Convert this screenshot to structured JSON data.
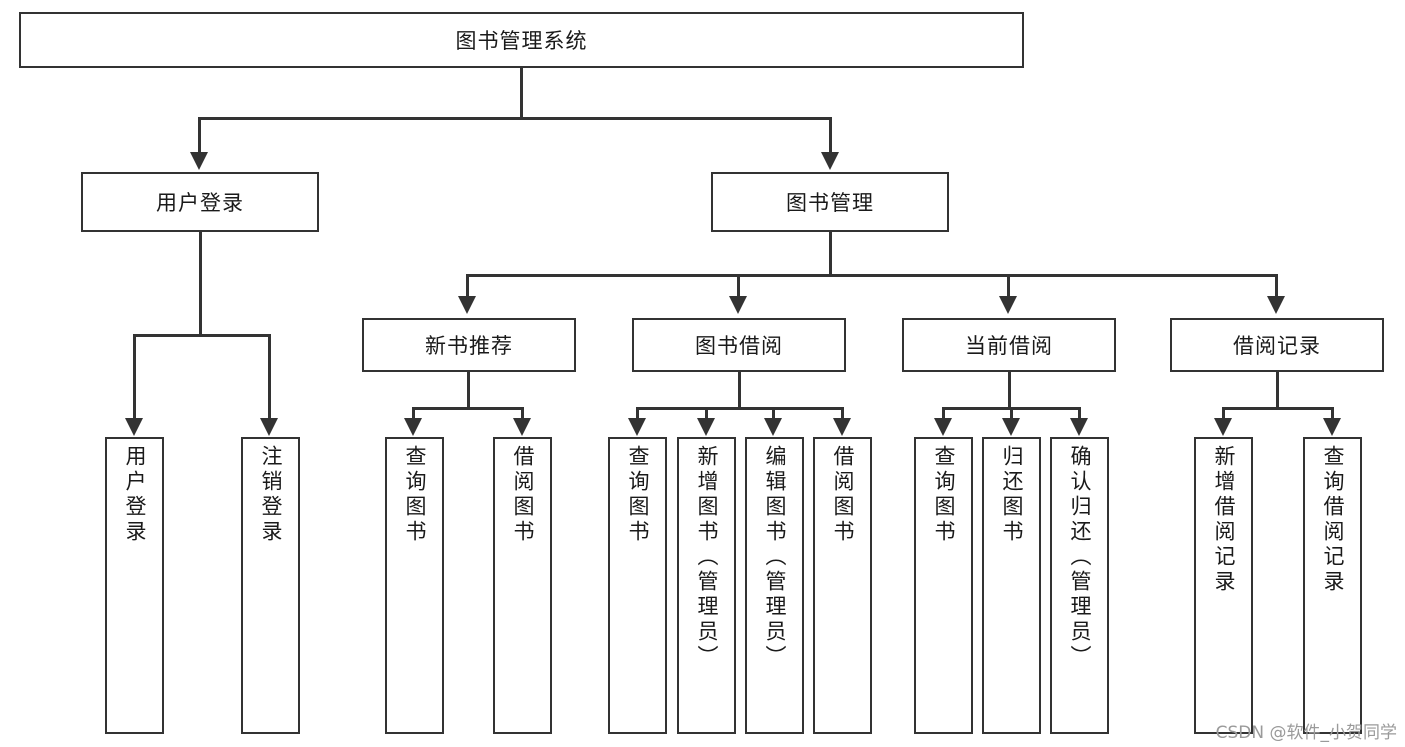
{
  "diagram": {
    "title": "图书管理系统",
    "watermark": "CSDN @软件_小贺同学",
    "colors": {
      "stroke": "#333333",
      "fill": "#ffffff",
      "text": "#1a1a1a",
      "watermark": "#9a9a9a"
    },
    "root": {
      "label": "图书管理系统"
    },
    "level1": [
      {
        "label": "用户登录"
      },
      {
        "label": "图书管理"
      }
    ],
    "level2": [
      {
        "label": "新书推荐"
      },
      {
        "label": "图书借阅"
      },
      {
        "label": "当前借阅"
      },
      {
        "label": "借阅记录"
      }
    ],
    "leaves": {
      "user_login": [
        {
          "label": "用户登录"
        },
        {
          "label": "注销登录"
        }
      ],
      "new_book": [
        {
          "label": "查询图书"
        },
        {
          "label": "借阅图书"
        }
      ],
      "borrow_book": [
        {
          "label": "查询图书"
        },
        {
          "label": "新增图书（管理员）"
        },
        {
          "label": "编辑图书（管理员）"
        },
        {
          "label": "借阅图书"
        }
      ],
      "current_borrow": [
        {
          "label": "查询图书"
        },
        {
          "label": "归还图书"
        },
        {
          "label": "确认归还（管理员）"
        }
      ],
      "borrow_record": [
        {
          "label": "新增借阅记录"
        },
        {
          "label": "查询借阅记录"
        }
      ]
    }
  }
}
